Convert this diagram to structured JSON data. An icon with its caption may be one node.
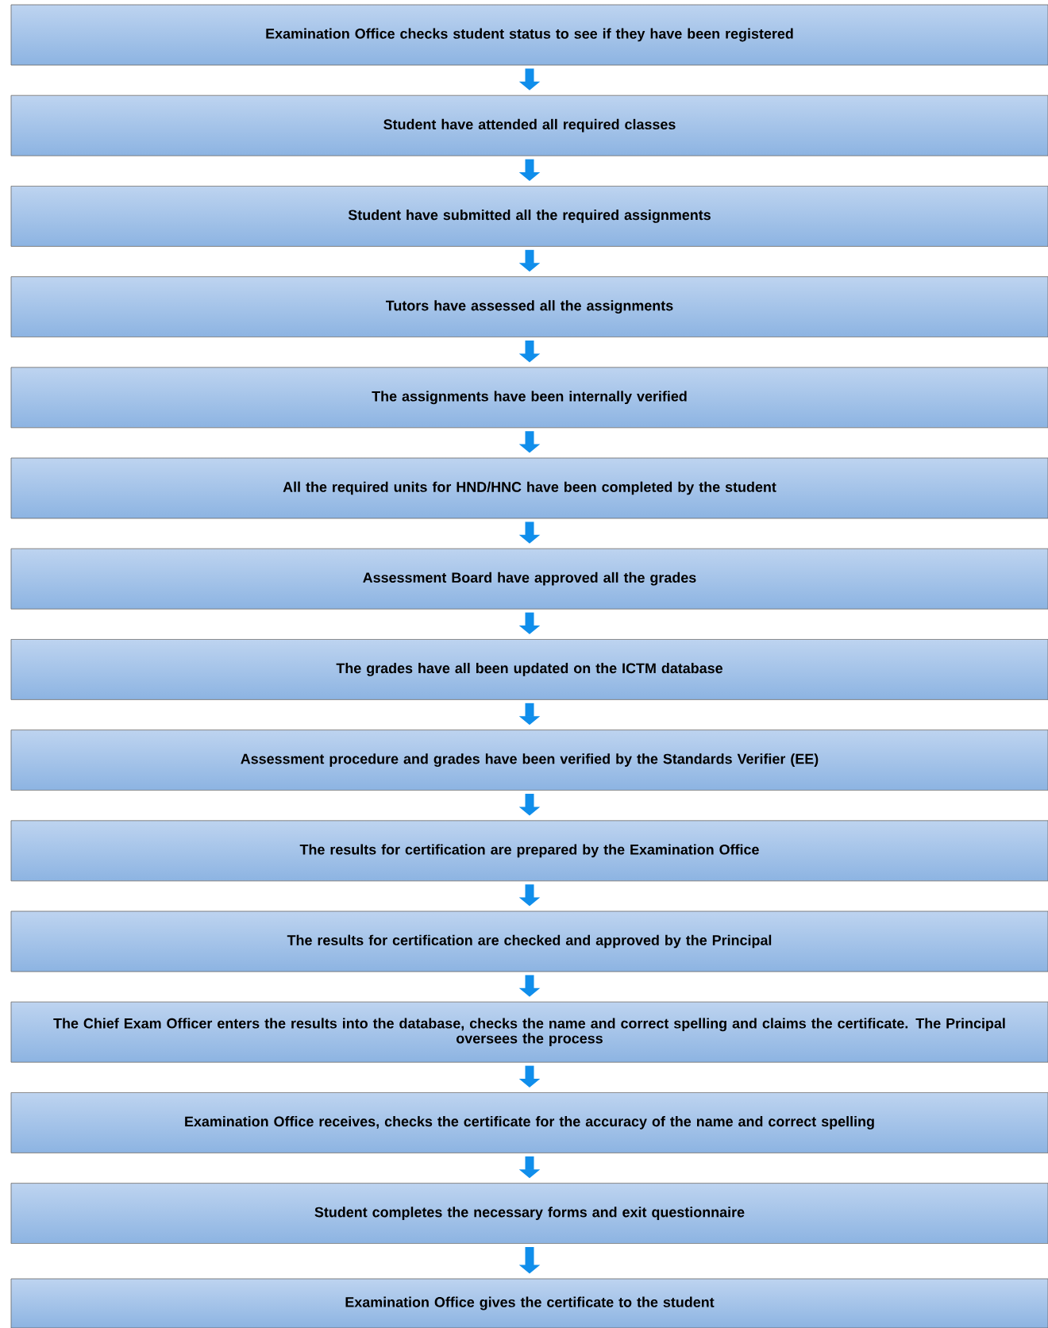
{
  "diagram": {
    "nodes": [
      {
        "text": [
          "Examination Office checks student status to see if they have been registered"
        ]
      },
      {
        "text": [
          "Student have attended all required classes"
        ]
      },
      {
        "text": [
          "Student have submitted all the required assignments"
        ]
      },
      {
        "text": [
          "Tutors have assessed all the assignments"
        ]
      },
      {
        "text": [
          "The assignments have been internally verified"
        ]
      },
      {
        "text": [
          "All the required units for HND/HNC have been completed by the student"
        ]
      },
      {
        "text": [
          "Assessment Board have approved all the grades"
        ]
      },
      {
        "text": [
          "The grades have all been updated on the ICTM database"
        ]
      },
      {
        "text": [
          "Assessment procedure and grades have been verified by the Standards Verifier (EE)"
        ]
      },
      {
        "text": [
          "The results for certification are prepared by the Examination Office"
        ]
      },
      {
        "text": [
          "The results for certification are checked and approved by the Principal"
        ]
      },
      {
        "text": [
          "The Chief Exam Officer enters the results into the database, checks the name and correct spelling and claims the certificate. The Principal oversees the process"
        ]
      },
      {
        "text": [
          "Examination Office receives, checks the certificate for the accuracy of the name and correct spelling"
        ]
      },
      {
        "text": [
          "Student completes the necessary forms and exit questionnaire"
        ]
      },
      {
        "text": [
          "Examination Office gives the certificate to the student"
        ]
      }
    ],
    "edges": [
      {
        "from": 0,
        "to": 1,
        "arrow": "to"
      },
      {
        "from": 1,
        "to": 2,
        "arrow": "to"
      },
      {
        "from": 2,
        "to": 3,
        "arrow": "to"
      },
      {
        "from": 3,
        "to": 4,
        "arrow": "to"
      },
      {
        "from": 4,
        "to": 5,
        "arrow": "to"
      },
      {
        "from": 5,
        "to": 6,
        "arrow": "to"
      },
      {
        "from": 6,
        "to": 7,
        "arrow": "to"
      },
      {
        "from": 7,
        "to": 8,
        "arrow": "to"
      },
      {
        "from": 8,
        "to": 9,
        "arrow": "to"
      },
      {
        "from": 9,
        "to": 10,
        "arrow": "to"
      },
      {
        "from": 10,
        "to": 11,
        "arrow": "to"
      },
      {
        "from": 11,
        "to": 12,
        "arrow": "to"
      },
      {
        "from": 12,
        "to": 13,
        "arrow": "to"
      },
      {
        "from": 13,
        "to": 14,
        "arrow": "to"
      }
    ]
  }
}
